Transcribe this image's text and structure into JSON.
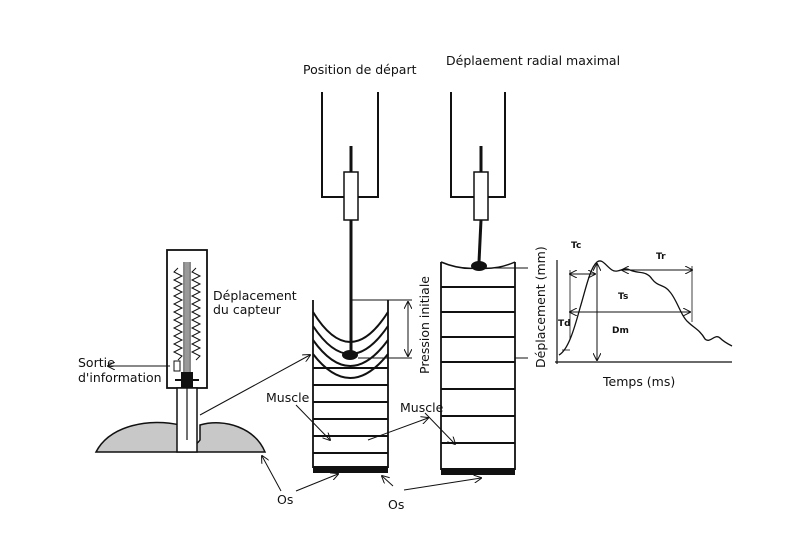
{
  "labels": {
    "position_depart": "Position de départ",
    "deplacement_radial": "Déplaement radial maximal",
    "deplacement_capteur_1": "Déplacement",
    "deplacement_capteur_2": "du capteur",
    "sortie_1": "Sortie",
    "sortie_2": "d'information",
    "pression_initiale": "Pression initiale",
    "muscle_left": "Muscle",
    "muscle_right": "Muscle",
    "os_left": "Os",
    "os_right": "Os"
  },
  "graph": {
    "ylabel": "Déplacement (mm)",
    "xlabel": "Temps (ms)",
    "tc": "Tc",
    "tr": "Tr",
    "ts": "Ts",
    "td": "Td",
    "dm": "Dm"
  },
  "colors": {
    "ink": "#111111",
    "tissue": "#c8c8c8",
    "sensor_rod": "#9a9a9a"
  }
}
